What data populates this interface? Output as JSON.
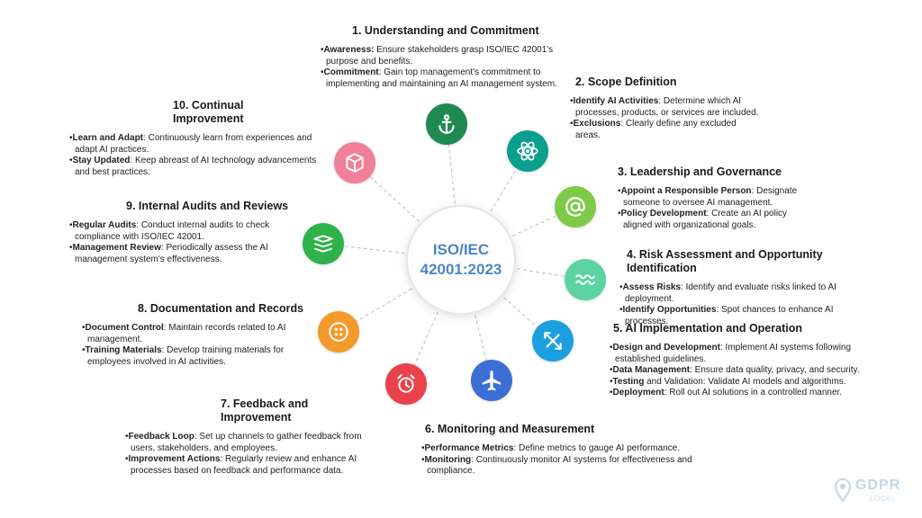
{
  "center": {
    "line1": "ISO/IEC",
    "line2": "42001:2023"
  },
  "colors": {
    "anchor": "#1e8a52",
    "atom": "#0b9f8e",
    "at": "#7fca49",
    "wave": "#5dd3a2",
    "xmark": "#1c9fe0",
    "plane": "#3b6fd4",
    "alarm": "#e9424a",
    "button": "#f49a2a",
    "stack": "#2fb24a",
    "box": "#f08095",
    "center_text": "#4a86c5"
  },
  "steps": [
    {
      "id": "s1",
      "icon": "anchor-icon",
      "title": "1. Understanding and Commitment",
      "items": [
        {
          "bold": "Awareness:",
          "rest": " Ensure stakeholders grasp ISO/IEC 42001's purpose and benefits."
        },
        {
          "bold": "Commitment",
          "rest": ": Gain top management's commitment to implementing and maintaining an AI management system."
        }
      ]
    },
    {
      "id": "s2",
      "icon": "atom-icon",
      "title": "2. Scope Definition",
      "items": [
        {
          "bold": "Identify AI Activities",
          "rest": ": Determine which AI processes, products, or services are included."
        },
        {
          "bold": "Exclusions",
          "rest": ": Clearly define any excluded areas."
        }
      ]
    },
    {
      "id": "s3",
      "icon": "at-sign-icon",
      "title": "3. Leadership and Governance",
      "items": [
        {
          "bold": "Appoint a Responsible Person",
          "rest": ": Designate someone to oversee AI management."
        },
        {
          "bold": "Policy Development",
          "rest": ": Create an AI policy aligned with organizational goals."
        }
      ]
    },
    {
      "id": "s4",
      "icon": "wave-icon",
      "title": "4. Risk Assessment and Opportunity Identification",
      "items": [
        {
          "bold": "Assess Risks",
          "rest": ": Identify and evaluate risks linked to AI deployment."
        },
        {
          "bold": "Identify Opportunities",
          "rest": ": Spot chances to enhance AI processes."
        }
      ]
    },
    {
      "id": "s5",
      "icon": "cross-arrows-icon",
      "title": "5. AI Implementation and Operation",
      "items": [
        {
          "bold": "Design and Development",
          "rest": ": Implement AI systems following established guidelines."
        },
        {
          "bold": "Data Management",
          "rest": ": Ensure data quality, privacy, and security."
        },
        {
          "bold": "Testing",
          "rest": " and Validation: Validate AI models and algorithms."
        },
        {
          "bold": "Deployment",
          "rest": ": Roll out AI solutions in a controlled manner."
        }
      ]
    },
    {
      "id": "s6",
      "icon": "airplane-icon",
      "title": "6. Monitoring and Measurement",
      "items": [
        {
          "bold": "Performance Metrics",
          "rest": ": Define metrics to gauge AI performance."
        },
        {
          "bold": "Monitoring",
          "rest": ": Continuously monitor AI systems for effectiveness and compliance."
        }
      ]
    },
    {
      "id": "s7",
      "icon": "alarm-clock-icon",
      "title": "7. Feedback and Improvement",
      "items": [
        {
          "bold": "Feedback Loop",
          "rest": ": Set up channels to gather feedback from users, stakeholders, and employees."
        },
        {
          "bold": "Improvement Actions",
          "rest": ": Regularly review and enhance AI processes based on feedback and performance data."
        }
      ]
    },
    {
      "id": "s8",
      "icon": "button-icon",
      "title": "8. Documentation and Records",
      "items": [
        {
          "bold": "Document Control",
          "rest": ": Maintain records related to AI management."
        },
        {
          "bold": "Training Materials",
          "rest": ": Develop training materials for employees involved in AI activities."
        }
      ]
    },
    {
      "id": "s9",
      "icon": "stack-icon",
      "title": "9. Internal Audits and Reviews",
      "items": [
        {
          "bold": "Regular Audits",
          "rest": ": Conduct internal audits to check compliance with ISO/IEC 42001."
        },
        {
          "bold": "Management Review",
          "rest": ": Periodically assess the AI management system's effectiveness."
        }
      ]
    },
    {
      "id": "s10",
      "icon": "box-icon",
      "title": "10. Continual Improvement",
      "items": [
        {
          "bold": "Learn and Adapt",
          "rest": ": Continuously learn from experiences and adapt AI practices."
        },
        {
          "bold": "Stay Updated",
          "rest": ": Keep abreast of AI technology advancements and best practices."
        }
      ]
    }
  ],
  "logo": {
    "line1": "GDPR",
    "line2": "LOCAL"
  }
}
